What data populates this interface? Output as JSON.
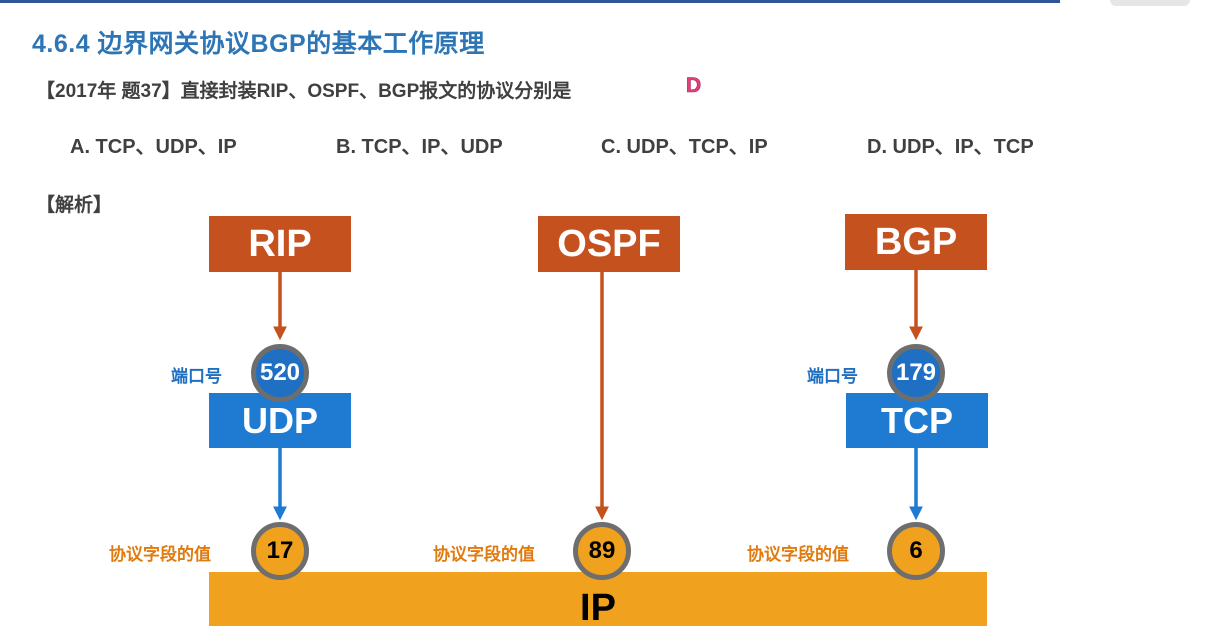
{
  "slide": {
    "title": "4.6.4 边界网关协议BGP的基本工作原理",
    "question": "【2017年 题37】直接封装RIP、OSPF、BGP报文的协议分别是",
    "answer": "D",
    "options": [
      "A. TCP、UDP、IP",
      "B. TCP、IP、UDP",
      "C. UDP、TCP、IP",
      "D. UDP、IP、TCP"
    ],
    "analysis_label": "【解析】"
  },
  "diagram": {
    "app_protocols": {
      "rip": "RIP",
      "ospf": "OSPF",
      "bgp": "BGP"
    },
    "transport": {
      "udp": "UDP",
      "tcp": "TCP"
    },
    "network": "IP",
    "port_label": "端口号",
    "protocol_field_label": "协议字段的值",
    "ports": {
      "rip": "520",
      "bgp": "179"
    },
    "protocol_values": {
      "udp": "17",
      "ospf": "89",
      "tcp": "6"
    }
  },
  "colors": {
    "title": "#2e75b6",
    "app_box": "#c5511e",
    "transport_box": "#1f7ad1",
    "ip_bar": "#f0a11d",
    "answer": "#e33f7a",
    "port_label": "#1f6fc2",
    "field_label": "#e07b10"
  }
}
